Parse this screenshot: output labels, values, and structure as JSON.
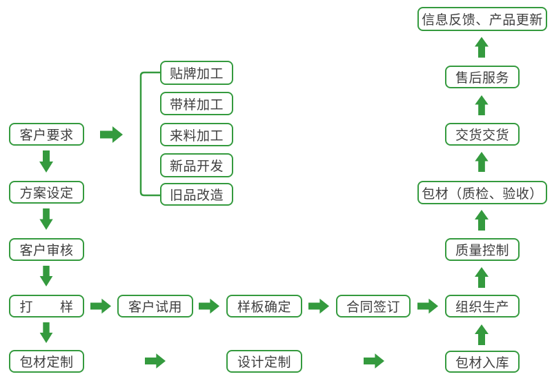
{
  "diagram": {
    "colors": {
      "green": "#349a3e",
      "text": "#3e3e3e",
      "background": "#ffffff"
    },
    "nodes": {
      "customer_requirements": "客户要求",
      "plan_setting": "方案设定",
      "customer_review": "客户审核",
      "proofing": "打　　样",
      "packaging_customization": "包材定制",
      "oem_processing": "贴牌加工",
      "sample_processing": "带样加工",
      "incoming_processing": "来料加工",
      "new_product_dev": "新品开发",
      "old_product_upgrade": "旧品改造",
      "customer_trial": "客户试用",
      "sample_confirmation": "样板确定",
      "contract_signing": "合同签订",
      "production_organization": "组织生产",
      "design_customization": "设计定制",
      "packaging_warehousing": "包材入库",
      "packaging_inspection": "包材（质检、验收）",
      "quality_control": "质量控制",
      "delivery": "交货交货",
      "after_sales_service": "售后服务",
      "feedback_update": "信息反馈、产品更新"
    }
  }
}
